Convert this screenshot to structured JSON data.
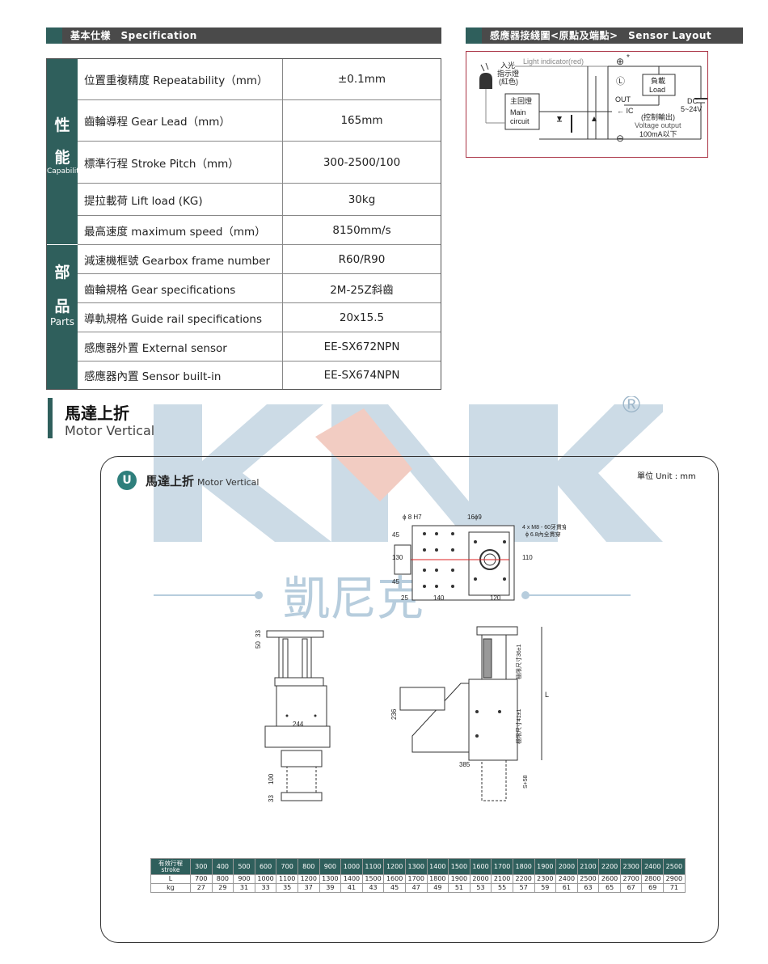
{
  "spec_header": "基本仕樣　Specification",
  "sensor_header": "感應器接綫圖<原點及端點>　Sensor Layout",
  "capability_side": {
    "char1": "性",
    "char2": "能",
    "en": "Capability"
  },
  "parts_side": {
    "char1": "部",
    "char2": "品",
    "en": "Parts"
  },
  "spec_rows": [
    {
      "label": "位置重複精度 Repeatability（mm）",
      "value": "±0.1mm"
    },
    {
      "label": "齒輪導程 Gear Lead（mm）",
      "value": "165mm"
    },
    {
      "label": "標準行程 Stroke Pitch（mm）",
      "value": "300-2500/100"
    },
    {
      "label": "提拉載荷 Lift load (KG)",
      "value": "30kg"
    },
    {
      "label": "最高速度 maximum speed（mm）",
      "value": "8150mm/s"
    },
    {
      "label": "減速機框號 Gearbox frame number",
      "value": "R60/R90"
    },
    {
      "label": "齒輪規格 Gear specifications",
      "value": "2M-25Z斜齒"
    },
    {
      "label": "導軌規格 Guide rail specifications",
      "value": "20x15.5"
    },
    {
      "label": "感應器外置 External sensor",
      "value": "EE-SX672NPN"
    },
    {
      "label": "感應器內置 Sensor built-in",
      "value": "EE-SX674NPN"
    }
  ],
  "sensor_diagram": {
    "light_indicator": "Light indicator(red)",
    "incoming_light_1": "入光",
    "incoming_light_2": "指示燈",
    "incoming_light_3": "(紅色)",
    "main_circuit_cn": "主回燈",
    "main_circuit_en_1": "Main",
    "main_circuit_en_2": "circuit",
    "load_cn": "負載",
    "load_en": "Load",
    "out": "OUT",
    "ic": "← IC",
    "control_output": "(控制輸出)",
    "voltage_output": "Voltage output",
    "current": "100mA以下",
    "dc": "DC",
    "dc_range": "5~24V",
    "plus": "⊕",
    "l": "Ⓛ",
    "minus": "⊖",
    "star": "*"
  },
  "motor_vertical": {
    "title": "馬達上折",
    "subtitle": "Motor Vertical"
  },
  "panel": {
    "badge": "U",
    "title": "馬達上折",
    "title_en": "Motor Vertical",
    "unit": "單位 Unit : mm"
  },
  "watermark": {
    "brand": "KNK",
    "registered": "®",
    "chinese": "凱尼克"
  },
  "drawing_labels": {
    "d8h7": "ϕ 8 H7",
    "holes16": "16ϕ9",
    "m8_1": "4 x  M8 - 60牙貫穿",
    "m8_2": "ϕ 6.8內全貫穿",
    "d45a": "45",
    "d130": "130",
    "d45b": "45",
    "d110": "110",
    "d25": "25",
    "d140": "140",
    "d120": "120",
    "d50": "50",
    "d33a": "33",
    "d244": "244",
    "d100": "100",
    "d33b": "33",
    "d236": "236",
    "d385": "385",
    "lim1": "極限尺寸36±1",
    "lim2": "極限尺寸41±1",
    "dL": "L",
    "d558": "S+58"
  },
  "stroke_table": {
    "header_label_1": "有效行程",
    "header_label_2": "stroke",
    "row_labels": [
      "L",
      "kg"
    ],
    "strokes": [
      "300",
      "400",
      "500",
      "600",
      "700",
      "800",
      "900",
      "1000",
      "1100",
      "1200",
      "1300",
      "1400",
      "1500",
      "1600",
      "1700",
      "1800",
      "1900",
      "2000",
      "2100",
      "2200",
      "2300",
      "2400",
      "2500"
    ],
    "L": [
      "700",
      "800",
      "900",
      "1000",
      "1100",
      "1200",
      "1300",
      "1400",
      "1500",
      "1600",
      "1700",
      "1800",
      "1900",
      "2000",
      "2100",
      "2200",
      "2300",
      "2400",
      "2500",
      "2600",
      "2700",
      "2800",
      "2900"
    ],
    "kg": [
      "27",
      "29",
      "31",
      "33",
      "35",
      "37",
      "39",
      "41",
      "43",
      "45",
      "47",
      "49",
      "51",
      "53",
      "55",
      "57",
      "59",
      "61",
      "63",
      "65",
      "67",
      "69",
      "71"
    ]
  }
}
